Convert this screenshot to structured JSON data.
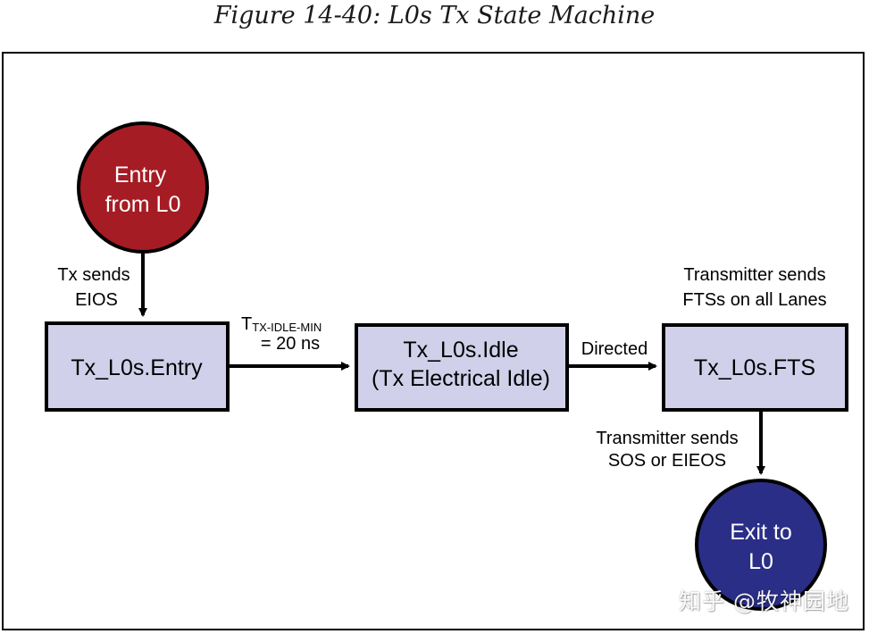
{
  "figure": {
    "caption": "Figure 14-40: L0s Tx State Machine"
  },
  "colors": {
    "entry_circle": "#a61c24",
    "exit_circle": "#2a2e86",
    "state_box_fill": "#d0d0ea",
    "outline": "#000000"
  },
  "nodes": {
    "entry": {
      "line1": "Entry",
      "line2": "from L0"
    },
    "tx_entry": {
      "label": "Tx_L0s.Entry"
    },
    "tx_idle": {
      "line1": "Tx_L0s.Idle",
      "line2": "(Tx Electrical Idle)"
    },
    "tx_fts": {
      "label": "Tx_L0s.FTS"
    },
    "exit": {
      "line1": "Exit to",
      "line2": "L0"
    }
  },
  "edges": {
    "entry_to_txentry": {
      "line1": "Tx sends",
      "line2": "EIOS"
    },
    "txentry_to_idle": {
      "t_main": "T",
      "t_sub": "TX-IDLE-MIN",
      "line2": "= 20 ns"
    },
    "idle_to_fts": {
      "label": "Directed"
    },
    "fts_self": {
      "line1": "Transmitter sends",
      "line2": "FTSs on all Lanes"
    },
    "fts_to_exit": {
      "line1": "Transmitter sends",
      "line2": "SOS or EIEOS"
    }
  },
  "watermark": "知乎 @牧神园地"
}
